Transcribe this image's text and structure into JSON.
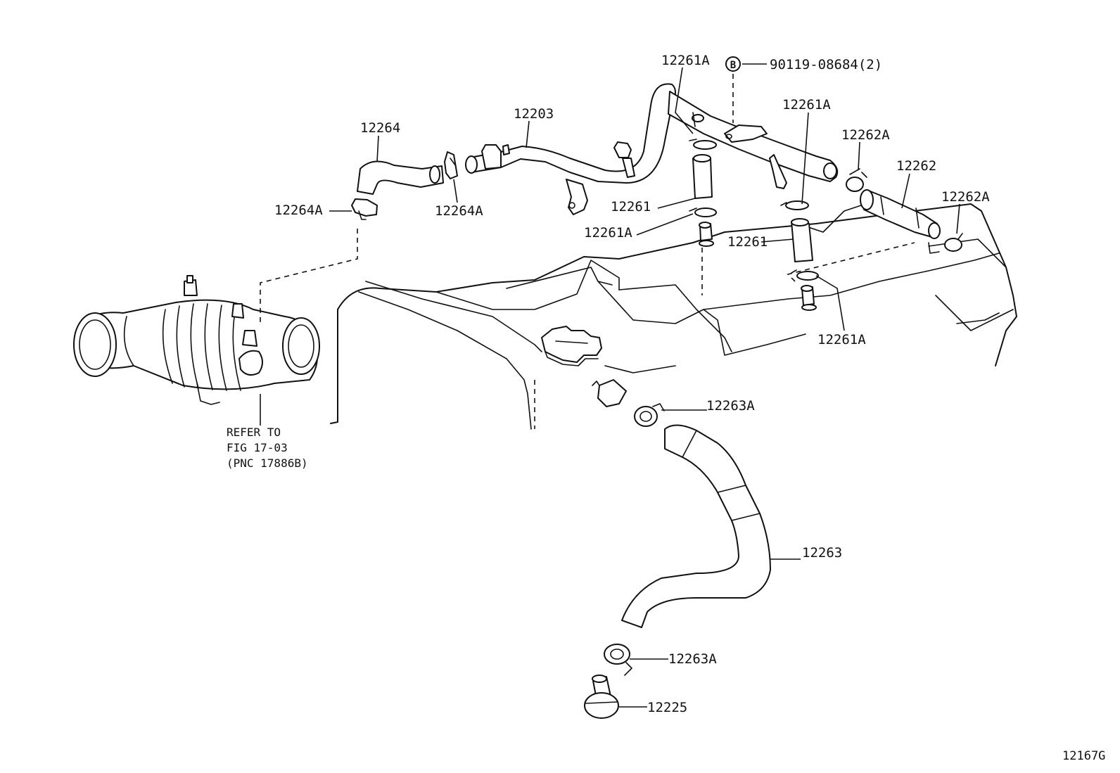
{
  "diagram": {
    "labels": {
      "p12261A_top": "12261A",
      "bolt_code": "B",
      "bolt_part": "90119-08684(2)",
      "p12261A_right": "12261A",
      "p12203": "12203",
      "p12264": "12264",
      "p12262A_upper": "12262A",
      "p12262": "12262",
      "p12262A_lower": "12262A",
      "p12264A_left": "12264A",
      "p12264A_mid": "12264A",
      "p12261_upper": "12261",
      "p12261A_mid": "12261A",
      "p12261_lower": "12261",
      "p12261A_bottom": "12261A",
      "p12263A_upper": "12263A",
      "p12263": "12263",
      "p12263A_lower": "12263A",
      "p12225": "12225"
    },
    "refer_note": {
      "line1": "REFER TO",
      "line2": "FIG 17-03",
      "line3": "(PNC 17886B)"
    },
    "figure_code": "12167G"
  }
}
